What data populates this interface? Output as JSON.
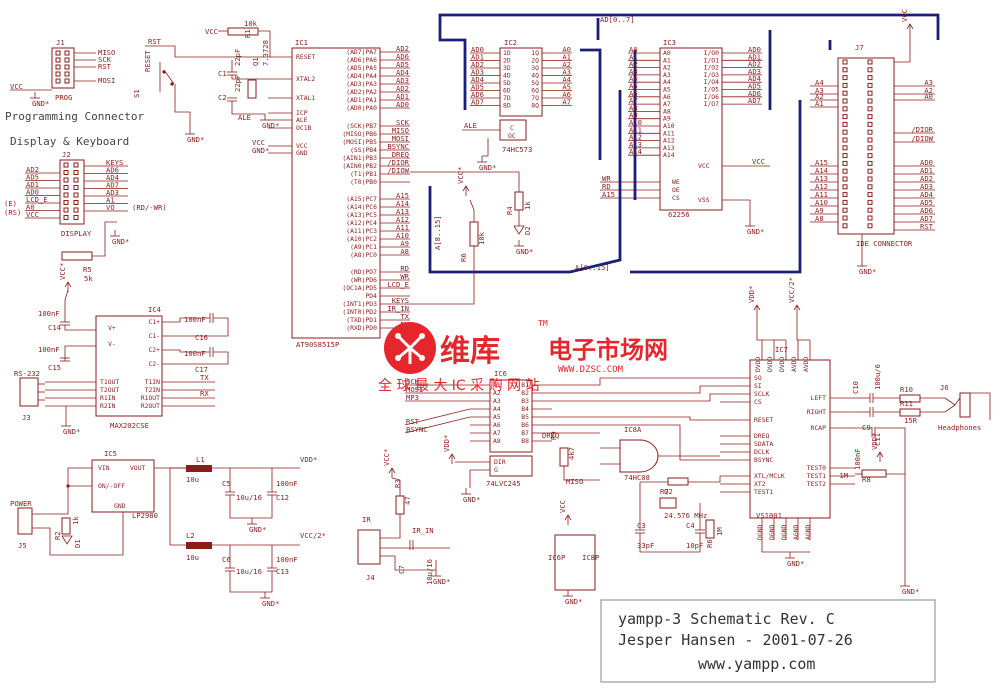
{
  "bus_color": "#1b1f7a",
  "wire_color": "#8b1c1c",
  "watermark_color": "#e5262d",
  "sections": {
    "programming_connector": "Programming Connector",
    "display_keyboard": "Display & Keyboard"
  },
  "j1": {
    "ref": "J1",
    "name": "PROG",
    "pins": [
      "MISO",
      "SCK",
      "RST",
      "MOSI"
    ],
    "vcc": "VCC",
    "gnd": "GND*"
  },
  "j2": {
    "ref": "J2",
    "name": "DISPLAY",
    "left": [
      "AD2",
      "AD5",
      "AD1",
      "AD0",
      "LCD_E",
      "A0",
      "VCC"
    ],
    "right": [
      "KEYS",
      "AD6",
      "AD4",
      "AD7",
      "AD3",
      "A1",
      "VO",
      "GND*"
    ],
    "rd_wr": "(RD/-WR)",
    "e": "(E)",
    "rs": "(RS)",
    "r5": "R5",
    "r5v": "5k"
  },
  "ic1": {
    "ref": "IC1",
    "name": "AT90S8515P",
    "left": [
      "RESET",
      "XTAL2",
      "XTAL1",
      "ICP",
      "ALE",
      "OC1B",
      "VCC",
      "GND"
    ],
    "pa": [
      "(AD7)PA7",
      "(AD6)PA6",
      "(AD5)PA5",
      "(AD4)PA4",
      "(AD3)PA3",
      "(AD2)PA2",
      "(AD1)PA1",
      "(AD0)PA0"
    ],
    "pa_nets": [
      "AD2",
      "AD6",
      "AD5",
      "AD4",
      "AD3",
      "AD2",
      "AD1",
      "AD0"
    ],
    "pb": [
      "(SCK)PB7",
      "(MISO)PB6",
      "(MOSI)PB5",
      "(SS)PB4",
      "(AIN1)PB3",
      "(AIN0)PB2",
      "(T1)PB1",
      "(T0)PB0"
    ],
    "pb_nets": [
      "SCK",
      "MISO",
      "MOSI",
      "BSYNC",
      "DREQ",
      "/DIOR",
      "/DIOW",
      ""
    ],
    "pc": [
      "(A15)PC7",
      "(A14)PC6",
      "(A13)PC5",
      "(A12)PC4",
      "(A11)PC3",
      "(A10)PC2",
      "(A9)PC1",
      "(A8)PC0"
    ],
    "pc_nets": [
      "A15",
      "A14",
      "A13",
      "A12",
      "A11",
      "A10",
      "A9",
      "A8"
    ],
    "pd": [
      "(RD)PD7",
      "(WR)PD6",
      "(OC1A)PD5",
      "PD4",
      "(INT1)PD3",
      "(INT0)PD2",
      "(TXD)PD1",
      "(RXD)PD0"
    ],
    "pd_nets": [
      "RD",
      "WR",
      "LCD_E",
      "",
      "KEYS",
      "IR_IN",
      "TX",
      "RX"
    ],
    "rst": "RST",
    "reset_sw": "RESET",
    "s1": "S1",
    "r1": "R1",
    "r1v": "10k",
    "q1": "Q1",
    "q1v": "7.3728",
    "c1": "C1",
    "c2": "C2",
    "c_v": "22pF",
    "vcc": "VCC",
    "gnd": "GND*"
  },
  "ic2": {
    "ref": "IC2",
    "name": "74HC573",
    "d": [
      "1D",
      "2D",
      "3D",
      "4D",
      "5D",
      "6D",
      "7D",
      "8D"
    ],
    "q": [
      "1Q",
      "2Q",
      "3Q",
      "4Q",
      "5Q",
      "6Q",
      "7Q",
      "8Q"
    ],
    "in_nets": [
      "AD0",
      "AD1",
      "AD2",
      "AD3",
      "AD4",
      "AD5",
      "AD6",
      "AD7"
    ],
    "out_nets": [
      "A0",
      "A1",
      "A2",
      "A3",
      "A4",
      "A5",
      "A6",
      "A7"
    ],
    "c": "C",
    "oc": "OC",
    "ale": "ALE",
    "gnd": "GND*"
  },
  "ic3": {
    "ref": "IC3",
    "name": "62256",
    "left": [
      "A0",
      "A1",
      "A2",
      "A3",
      "A4",
      "A5",
      "A6",
      "A7",
      "A8",
      "A9",
      "A10",
      "A11",
      "A12",
      "A13",
      "A14"
    ],
    "io": [
      "I/O0",
      "I/O1",
      "I/O2",
      "I/O3",
      "I/O4",
      "I/O5",
      "I/O6",
      "I/O7"
    ],
    "io_nets": [
      "AD0",
      "AD1",
      "AD2",
      "AD3",
      "AD4",
      "AD5",
      "AD6",
      "AD7"
    ],
    "ctl": [
      "WE",
      "OE",
      "CS"
    ],
    "ctl_nets": [
      "WR",
      "RD",
      "A15"
    ],
    "vcc": "VCC",
    "vss": "VSS",
    "gnd": "GND*"
  },
  "bus": {
    "top": "AD[0..7]",
    "bottom": "A[0..15]",
    "mid": "A[8..15]"
  },
  "j7": {
    "ref": "J7",
    "name": "IDE CONNECTOR",
    "left": [
      "A4",
      "A3",
      "A2",
      "A1",
      "A15",
      "A14",
      "A13",
      "A12",
      "A11",
      "A10",
      "A9",
      "A8"
    ],
    "right": [
      "A3",
      "A2",
      "A0",
      "/DIOR",
      "/DIOW",
      "AD0",
      "AD1",
      "AD2",
      "AD3",
      "AD4",
      "AD5",
      "AD6",
      "AD7",
      "RST"
    ],
    "vcc": "VCC",
    "gnd": "GND*"
  },
  "ic4": {
    "ref": "IC4",
    "name": "MAX202CSE",
    "left": [
      "C1+",
      "C1-",
      "C2+",
      "C2-",
      "T1IN",
      "T2IN",
      "R1OUT",
      "R2OUT"
    ],
    "right": [
      "V+",
      "V-",
      "T1OUT",
      "T2OUT",
      "R1IN",
      "R2IN"
    ],
    "tx": "TX",
    "rx": "RX",
    "caps": [
      "C14",
      "C15",
      "C16",
      "C17"
    ],
    "cap_v": "100nF",
    "j3": "J3",
    "rs232": "RS-232",
    "vcc": "VCC*",
    "gnd": "GND*"
  },
  "ic5": {
    "ref": "IC5",
    "name": "LP2980",
    "pins": [
      "VIN",
      "VOUT",
      "ON/-OFF",
      "GND"
    ],
    "power": "POWER",
    "j5": "J5",
    "r2": "R2",
    "r2v": "1k",
    "d1": "D1",
    "l1": "L1",
    "l2": "L2",
    "l_v": "10u",
    "c5": "C5",
    "c6": "C6",
    "c_el": "10u/16",
    "c12": "C12",
    "c13": "C13",
    "c_v": "100nF",
    "vdd": "VDD*",
    "vcc2": "VCC/2*",
    "gnd": "GND*"
  },
  "ic6": {
    "ref": "IC6",
    "name": "74LVC245",
    "a": [
      "A1",
      "A2",
      "A3",
      "A4",
      "A5",
      "A6",
      "A7",
      "A8"
    ],
    "b": [
      "B1",
      "B2",
      "B3",
      "B4",
      "B5",
      "B6",
      "B7",
      "B8"
    ],
    "nets": [
      "SCK",
      "MOSI",
      "MP3",
      "RST",
      "BSYNC"
    ],
    "dir": "DIR",
    "g": "G",
    "dreq": "DREQ",
    "miso": "MISO",
    "r9": "R9",
    "r9v": "4k7",
    "vdd": "VDD*",
    "gnd": "GND*"
  },
  "ic7": {
    "ref": "IC7",
    "name": "VS1001",
    "left": [
      "SO",
      "SI",
      "SCLK",
      "CS",
      "RESET",
      "DREQ",
      "SDATA",
      "DCLK",
      "BSYNC",
      "XTL/MCLK",
      "XT2",
      "TEST1"
    ],
    "right": [
      "LEFT",
      "RIGHT",
      "RCAP",
      "TEST0",
      "TEST1",
      "TEST2"
    ],
    "top": [
      "DVDD",
      "DVDD",
      "DVDD",
      "AVDD",
      "AVDD"
    ],
    "bottom": [
      "DGND",
      "DGND",
      "DGND",
      "AGND",
      "AGND"
    ],
    "vdd": "VDD*",
    "vcc2": "VCC/2*",
    "gnd": "GND*"
  },
  "ic8": {
    "ref": "IC8A",
    "name": "74HC08"
  },
  "audio": {
    "j6": "J6",
    "headphones": "Headphones",
    "r10": "R10",
    "r11": "R11",
    "r_v": "15R",
    "c10": "C10",
    "c9": "C9",
    "c_v": "100u/6",
    "c11": "C11",
    "c11v": "100nF",
    "r8": "R8",
    "r8v": "1M"
  },
  "osc": {
    "q2": "Q2",
    "q2v": "24.576 MHz",
    "r7": "R7",
    "r6": "R6",
    "r6v": "1M",
    "c3": "C3",
    "c3v": "33pF",
    "c4": "C4",
    "c4v": "10pF"
  },
  "ir": {
    "ref": "IR",
    "j4": "J4",
    "net": "IR_IN",
    "r3": "R3",
    "r3v": "47",
    "c7": "C7",
    "c7v": "10u/16",
    "vcc": "VCC*"
  },
  "led": {
    "r4": "R4",
    "r4v": "1k",
    "d2": "D2",
    "rs": "R6",
    "rsv": "10k",
    "vcc": "VCC*"
  },
  "ic6p": {
    "a": "IC6P",
    "b": "IC8P",
    "vcc": "VCC",
    "gnd": "GND*"
  },
  "watermark": {
    "brand": "维库",
    "tm": "TM",
    "cn": "电子市场网",
    "url": "WWW.DZSC.COM",
    "slogan": "全 球 最 大 IC 采 购 网 站"
  },
  "title": {
    "line1": "yampp-3  Schematic Rev. C",
    "line2": "Jesper Hansen - 2001-07-26",
    "line3": "www.yampp.com"
  }
}
